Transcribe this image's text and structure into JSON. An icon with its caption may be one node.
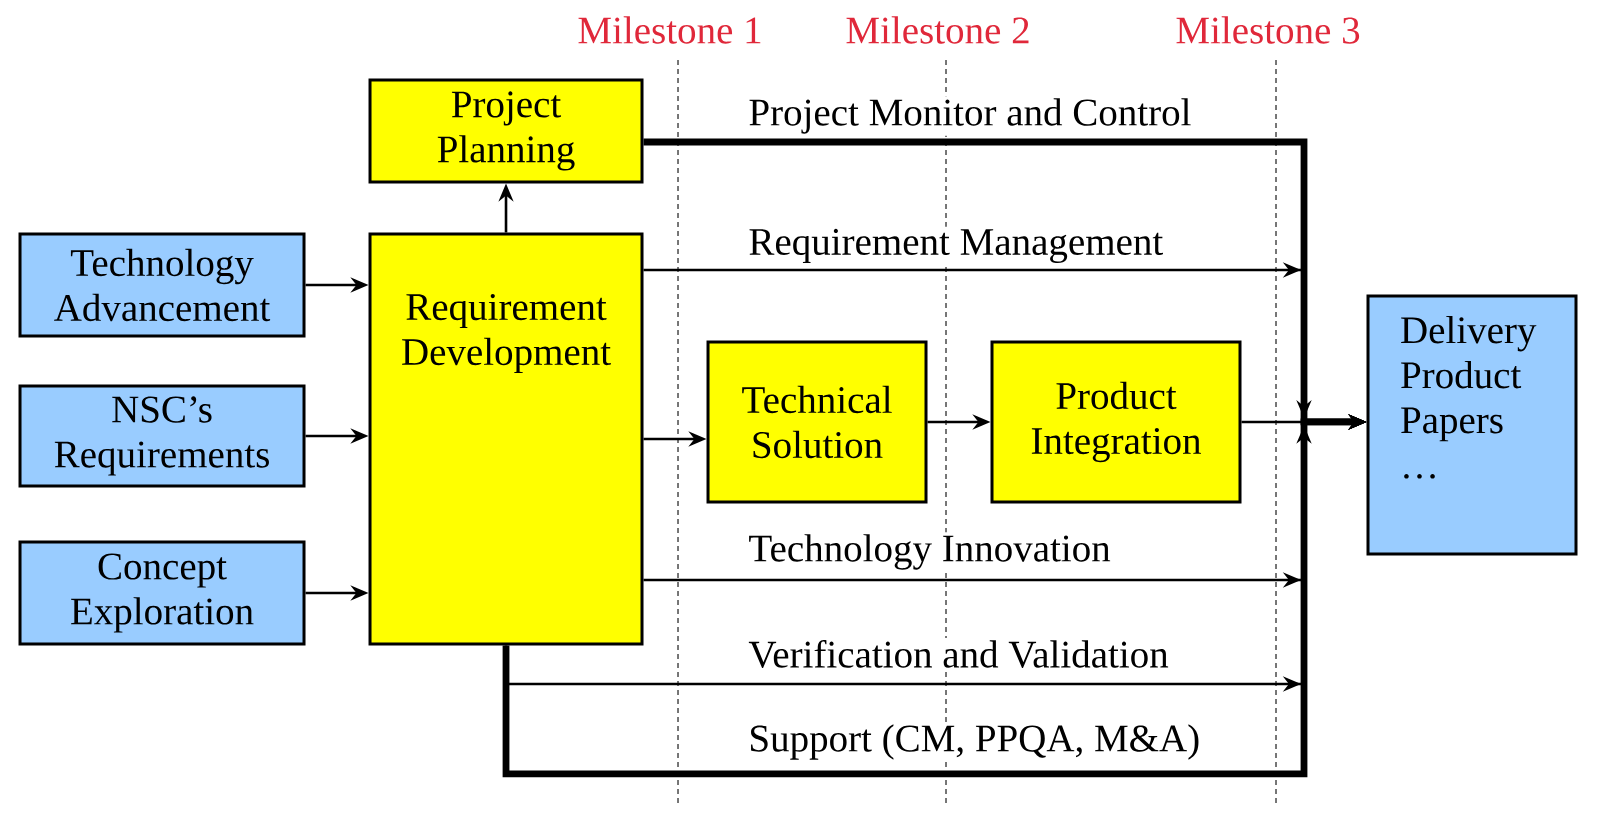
{
  "diagram": {
    "nodes": [
      {
        "text": [
          "Technology Advancement"
        ]
      },
      {
        "text": [
          "NSC’s Requirements"
        ]
      },
      {
        "text": [
          "Concept Exploration"
        ]
      },
      {
        "text": [
          "Project Planning"
        ]
      },
      {
        "text": [
          "Requirement Development"
        ]
      },
      {
        "text": [
          "Technical Solution"
        ]
      },
      {
        "text": [
          "Product Integration"
        ]
      },
      {
        "text": [
          "Delivery Product Papers …"
        ]
      }
    ],
    "edges": [
      {
        "from": 0,
        "to": 4,
        "arrow": "to"
      },
      {
        "from": 1,
        "to": 4,
        "arrow": "to"
      },
      {
        "from": 2,
        "to": 4,
        "arrow": "to"
      },
      {
        "from": 4,
        "to": 3,
        "arrow": "to"
      },
      {
        "from": 4,
        "to": 5,
        "arrow": "to"
      },
      {
        "from": 5,
        "to": 6,
        "arrow": "to"
      },
      {
        "from": 6,
        "to": 7,
        "arrow": "to"
      },
      {
        "from": 3,
        "to": 7,
        "arrow": "to",
        "label": "Project Monitor and Control",
        "style": "thick"
      },
      {
        "from": 4,
        "to": 7,
        "arrow": "to",
        "label": "Requirement Management"
      },
      {
        "from": 4,
        "to": 7,
        "arrow": "to",
        "label": "Technology Innovation"
      },
      {
        "from": 4,
        "to": 7,
        "arrow": "to",
        "label": "Verification and Validation"
      },
      {
        "from": 4,
        "to": 7,
        "arrow": "to",
        "label": "Support (CM, PPQA, M&A)",
        "style": "thick"
      }
    ],
    "labels": [
      "Milestone 1",
      "Milestone 2",
      "Milestone 3"
    ]
  }
}
